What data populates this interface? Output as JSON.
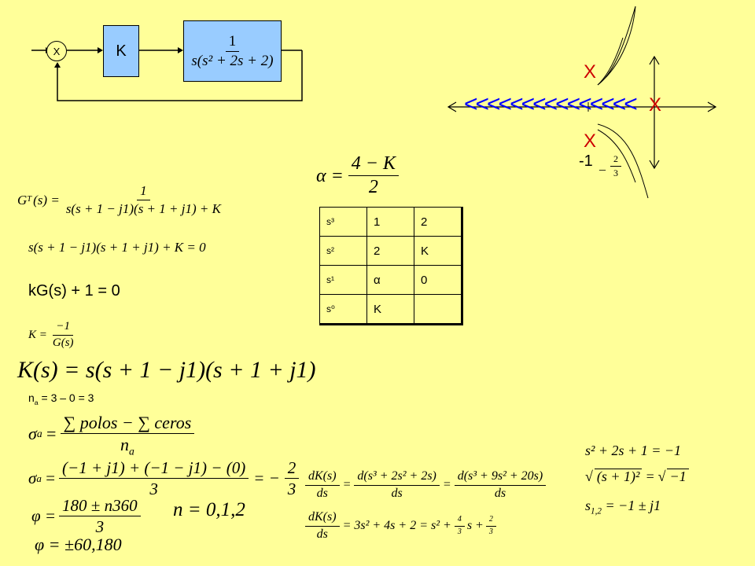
{
  "block_diagram": {
    "summer_label": "X",
    "gain_label": "K",
    "plant_numerator": "1",
    "plant_denominator": "s(s² + 2s + 2)"
  },
  "root_locus": {
    "pole_marker": "X",
    "arrows_text": "<<<<<<<<<<<<<<<",
    "label_minus_one": "-1",
    "label_centroid_num": "2",
    "label_centroid_den": "3",
    "label_centroid_sign": "_"
  },
  "equations": {
    "gt_lhs": "G",
    "gt_sub": "T",
    "gt_arg": "(s) =",
    "gt_num": "1",
    "gt_den": "s(s + 1 − j1)(s + 1 + j1) + K",
    "char_eq": "s(s + 1 − j1)(s + 1 + j1) + K = 0",
    "kg_eq": "kG(s) + 1 = 0",
    "k_lhs": "K =",
    "k_num": "−1",
    "k_den": "G(s)",
    "ks_eq": "K(s) = s(s + 1 − j1)(s + 1 + j1)",
    "na_eq_pre": "n",
    "na_sub": "a",
    "na_eq_post": " = 3 – 0 = 3",
    "sigma_lhs": "σ",
    "sigma_sub": "a",
    "sigma_num": "∑ polos − ∑ ceros",
    "sigma_den_pre": "n",
    "sigma_den_sub": "a",
    "sigma2_num": "(−1 + j1) + (−1 − j1) − (0)",
    "sigma2_den": "3",
    "sigma2_result_num": "2",
    "sigma2_result_den": "3",
    "phi_num": "180 ± n360",
    "phi_den": "3",
    "n_eq": "n = 0,1,2",
    "phi2_eq": "φ = ±60,180",
    "alpha_lhs": "α =",
    "alpha_num": "4 − K",
    "alpha_den": "2",
    "dk1_lhs_num": "dK(s)",
    "dk1_lhs_den": "ds",
    "dk1_mid_num": "d(s³ + 2s² + 2s)",
    "dk1_mid_den": "ds",
    "dk1_right_num": "d(s³ + 9s² + 20s)",
    "dk1_right_den": "ds",
    "dk2_lhs_num": "dK(s)",
    "dk2_lhs_den": "ds",
    "dk2_rhs": "= 3s² + 4s + 2 = s² +",
    "dk2_frac1_num": "4",
    "dk2_frac1_den": "3",
    "dk2_mid": "s +",
    "dk2_frac2_num": "2",
    "dk2_frac2_den": "3",
    "root_eq1": "s² + 2s + 1 = −1",
    "root_eq2_lhs": "(s + 1)²",
    "root_eq2_rhs": "−1",
    "root_eq3": "s",
    "root_eq3_sub": "1,2",
    "root_eq3_rhs": " = −1 ± j1"
  },
  "routh_table": {
    "rows": [
      [
        "s³",
        "1",
        "2"
      ],
      [
        "s²",
        "2",
        "K"
      ],
      [
        "s¹",
        "α",
        "0"
      ],
      [
        "s⁰",
        "K",
        ""
      ]
    ]
  },
  "colors": {
    "background": "#FFFF99",
    "plant_block": "#99CCFF",
    "gain_block": "#99CCFF",
    "pole_marker": "#CC0000",
    "arrows": "#0000FF"
  }
}
